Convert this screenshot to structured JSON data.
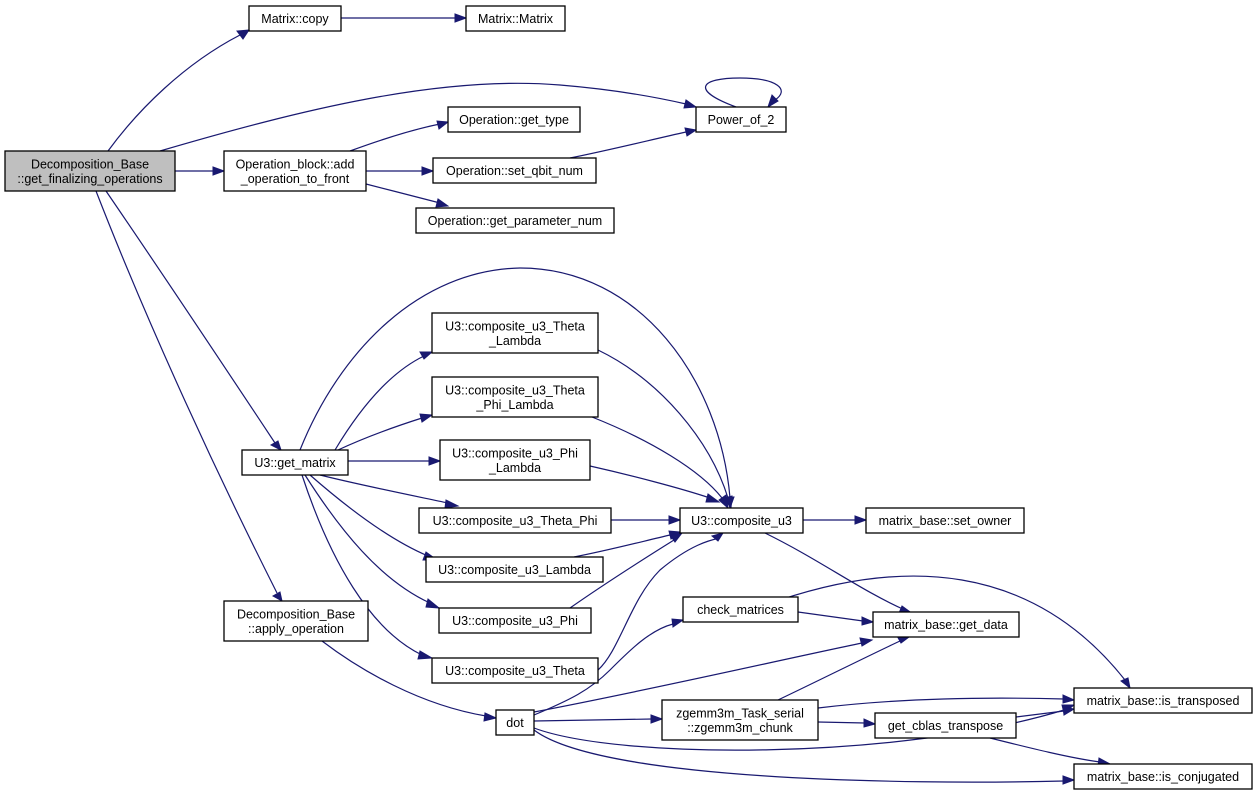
{
  "graph": {
    "colors": {
      "edge": "#191970",
      "root_fill": "#bfbfbf",
      "node_fill": "#ffffff",
      "border": "#000000"
    },
    "nodes": [
      {
        "id": "root",
        "lines": [
          "Decomposition_Base",
          "::get_finalizing_operations"
        ],
        "root": true
      },
      {
        "id": "copy",
        "lines": [
          "Matrix::copy"
        ]
      },
      {
        "id": "matrix",
        "lines": [
          "Matrix::Matrix"
        ]
      },
      {
        "id": "pow2",
        "lines": [
          "Power_of_2"
        ]
      },
      {
        "id": "addop",
        "lines": [
          "Operation_block::add",
          "_operation_to_front"
        ]
      },
      {
        "id": "gettype",
        "lines": [
          "Operation::get_type"
        ]
      },
      {
        "id": "setqbit",
        "lines": [
          "Operation::set_qbit_num"
        ]
      },
      {
        "id": "getparam",
        "lines": [
          "Operation::get_parameter_num"
        ]
      },
      {
        "id": "getmatrix",
        "lines": [
          "U3::get_matrix"
        ]
      },
      {
        "id": "ctl",
        "lines": [
          "U3::composite_u3_Theta",
          "_Lambda"
        ]
      },
      {
        "id": "ctpl",
        "lines": [
          "U3::composite_u3_Theta",
          "_Phi_Lambda"
        ]
      },
      {
        "id": "cpl",
        "lines": [
          "U3::composite_u3_Phi",
          "_Lambda"
        ]
      },
      {
        "id": "ctp",
        "lines": [
          "U3::composite_u3_Theta_Phi"
        ]
      },
      {
        "id": "cl",
        "lines": [
          "U3::composite_u3_Lambda"
        ]
      },
      {
        "id": "cp",
        "lines": [
          "U3::composite_u3_Phi"
        ]
      },
      {
        "id": "ct",
        "lines": [
          "U3::composite_u3_Theta"
        ]
      },
      {
        "id": "cu3",
        "lines": [
          "U3::composite_u3"
        ]
      },
      {
        "id": "setowner",
        "lines": [
          "matrix_base::set_owner"
        ]
      },
      {
        "id": "applyop",
        "lines": [
          "Decomposition_Base",
          "::apply_operation"
        ]
      },
      {
        "id": "check",
        "lines": [
          "check_matrices"
        ]
      },
      {
        "id": "getdata",
        "lines": [
          "matrix_base::get_data"
        ]
      },
      {
        "id": "dot",
        "lines": [
          "dot"
        ]
      },
      {
        "id": "zgemm",
        "lines": [
          "zgemm3m_Task_serial",
          "::zgemm3m_chunk"
        ]
      },
      {
        "id": "cblas",
        "lines": [
          "get_cblas_transpose"
        ]
      },
      {
        "id": "istrans",
        "lines": [
          "matrix_base::is_transposed"
        ]
      },
      {
        "id": "isconj",
        "lines": [
          "matrix_base::is_conjugated"
        ]
      }
    ]
  }
}
